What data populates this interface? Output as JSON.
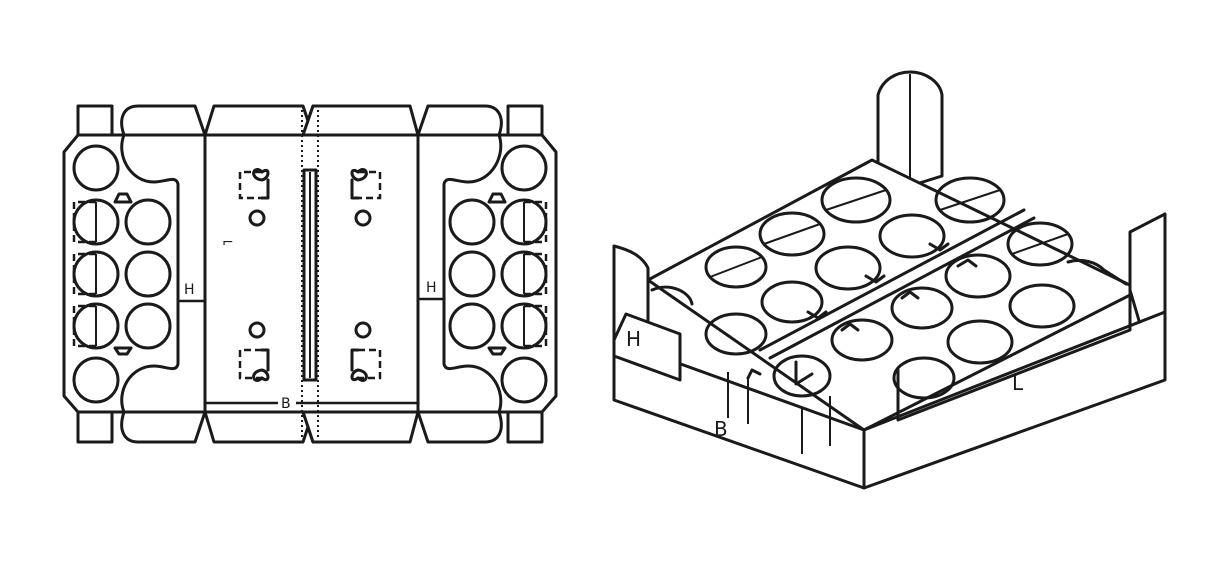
{
  "flat_pattern": {
    "label_height_left": "H",
    "label_height_right": "H",
    "label_width": "B",
    "label_corner": "⌐"
  },
  "tray_3d": {
    "label_height": "H",
    "label_width": "B",
    "label_length": "L"
  },
  "colors": {
    "line": "#1a1a1a",
    "background": "#ffffff"
  }
}
